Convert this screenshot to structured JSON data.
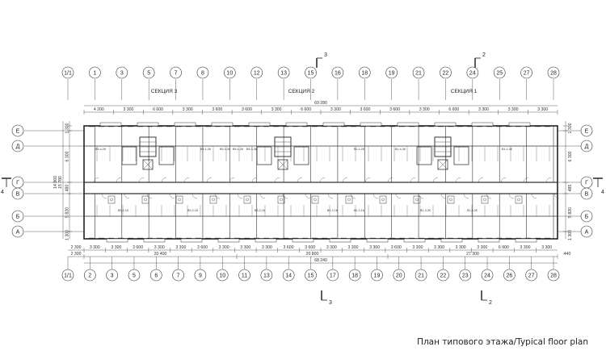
{
  "caption": "План типового этажа/Typical floor plan",
  "column_axes": [
    "1/1",
    "1",
    "3",
    "5",
    "7",
    "8",
    "10",
    "12",
    "13",
    "15",
    "16",
    "18",
    "19",
    "21",
    "22",
    "24",
    "25",
    "27",
    "28"
  ],
  "column_axes_bottom": [
    "1/1",
    "2",
    "3",
    "5",
    "6",
    "7",
    "9",
    "10",
    "11",
    "13",
    "14",
    "15",
    "17",
    "18",
    "19",
    "20",
    "21",
    "22",
    "23",
    "24",
    "26",
    "27",
    "28"
  ],
  "row_axes": [
    "Е",
    "Д",
    "Г",
    "В",
    "Б",
    "А"
  ],
  "sections": [
    {
      "label": "СЕКЦИЯ 3"
    },
    {
      "label": "СЕКЦИЯ 2"
    },
    {
      "label": "СЕКЦИЯ 1"
    }
  ],
  "cut_labels": {
    "top_a": "3",
    "top_b": "2",
    "bottom_a": "3",
    "bottom_b": "2",
    "side_left": "4",
    "side_right": "4"
  },
  "dims": {
    "overall_top": "69 280",
    "top_row": [
      "4 200",
      "3 300",
      "6 600",
      "3 300",
      "3 600",
      "3 600",
      "3 300",
      "6 600",
      "3 300",
      "3 600",
      "3 600",
      "3 300",
      "6 600",
      "3 300",
      "3 300",
      "3 300"
    ],
    "bottom_row1": [
      "3 300",
      "3 300",
      "3 600",
      "3 300",
      "3 300",
      "3 600",
      "3 300",
      "3 300",
      "3 300",
      "3 600",
      "3 600",
      "3 300",
      "3 300",
      "3 300",
      "3 600",
      "3 300",
      "3 300",
      "3 300",
      "3 300",
      "6 900",
      "3 300",
      "3 300"
    ],
    "bottom_row2_left": "2 300",
    "bottom_row2": [
      "20 400",
      "20 800",
      "27 300"
    ],
    "bottom_overall": "68 240",
    "bottom_right_small": "440",
    "left_top": "1 300",
    "left_mid": "6 300",
    "left_small": "480",
    "left_lower": "5 820",
    "left_bottom": "1 300",
    "left_total": "15 780",
    "left_total2": "14 860",
    "right_top": "1 300",
    "right_mid": "6 300",
    "right_small": "485",
    "right_lower": "5 820",
    "right_bottom": "1 300"
  },
  "apartments_top": [
    "ВЗ-4-2К",
    "ВЗ-1-2К",
    "ВЗ-3-3К",
    "ВЗ-1-2К",
    "ВЗ-3-3К",
    "В2-1-2К",
    "В1-4-3К",
    "В1-1-3К"
  ],
  "apartments_bottom": [
    "ВЗ-2-1К",
    "ВЗ-2-1К",
    "ВЗ-2-1К",
    "В2-2-1К",
    "В2-2-1К",
    "В1-3-2К",
    "В1-2-2К"
  ]
}
